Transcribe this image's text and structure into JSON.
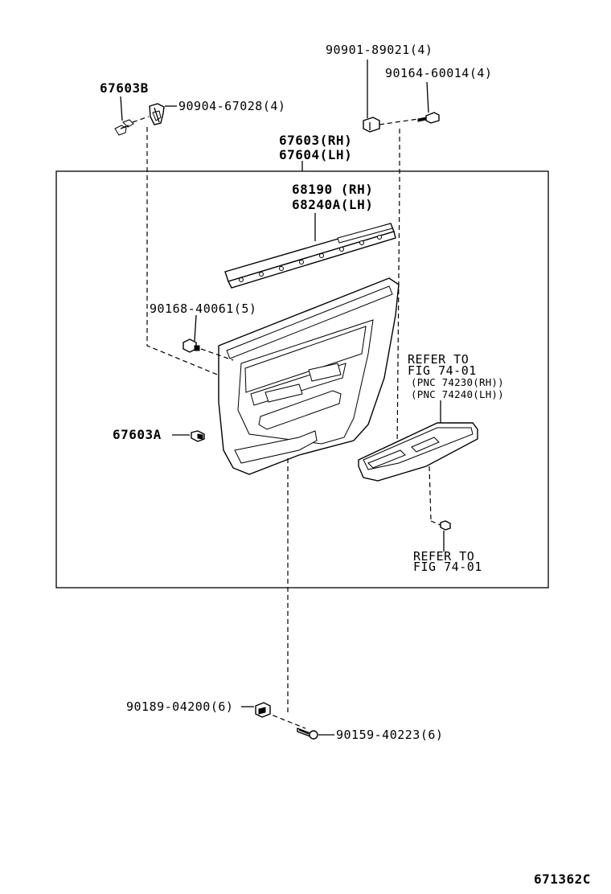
{
  "labels": {
    "p_90901": "90901-89021(4)",
    "p_90164": "90164-60014(4)",
    "p_67603B": "67603B",
    "p_90904": "90904-67028(4)",
    "p_67603_rh": "67603(RH)",
    "p_67604_lh": "67604(LH)",
    "p_68190_rh": "68190 (RH)",
    "p_68240A_lh": "68240A(LH)",
    "p_90168": "90168-40061(5)",
    "p_67603A": "67603A",
    "refer1_line1": "REFER TO",
    "refer1_line2": "FIG 74-01",
    "refer1_pnc1": "(PNC 74230(RH))",
    "refer1_pnc2": "(PNC 74240(LH))",
    "refer2_line1": "REFER TO",
    "refer2_line2": "FIG 74-01",
    "p_90189": "90189-04200(6)",
    "p_90159": "90159-40223(6)",
    "figure_code": "671362C"
  }
}
